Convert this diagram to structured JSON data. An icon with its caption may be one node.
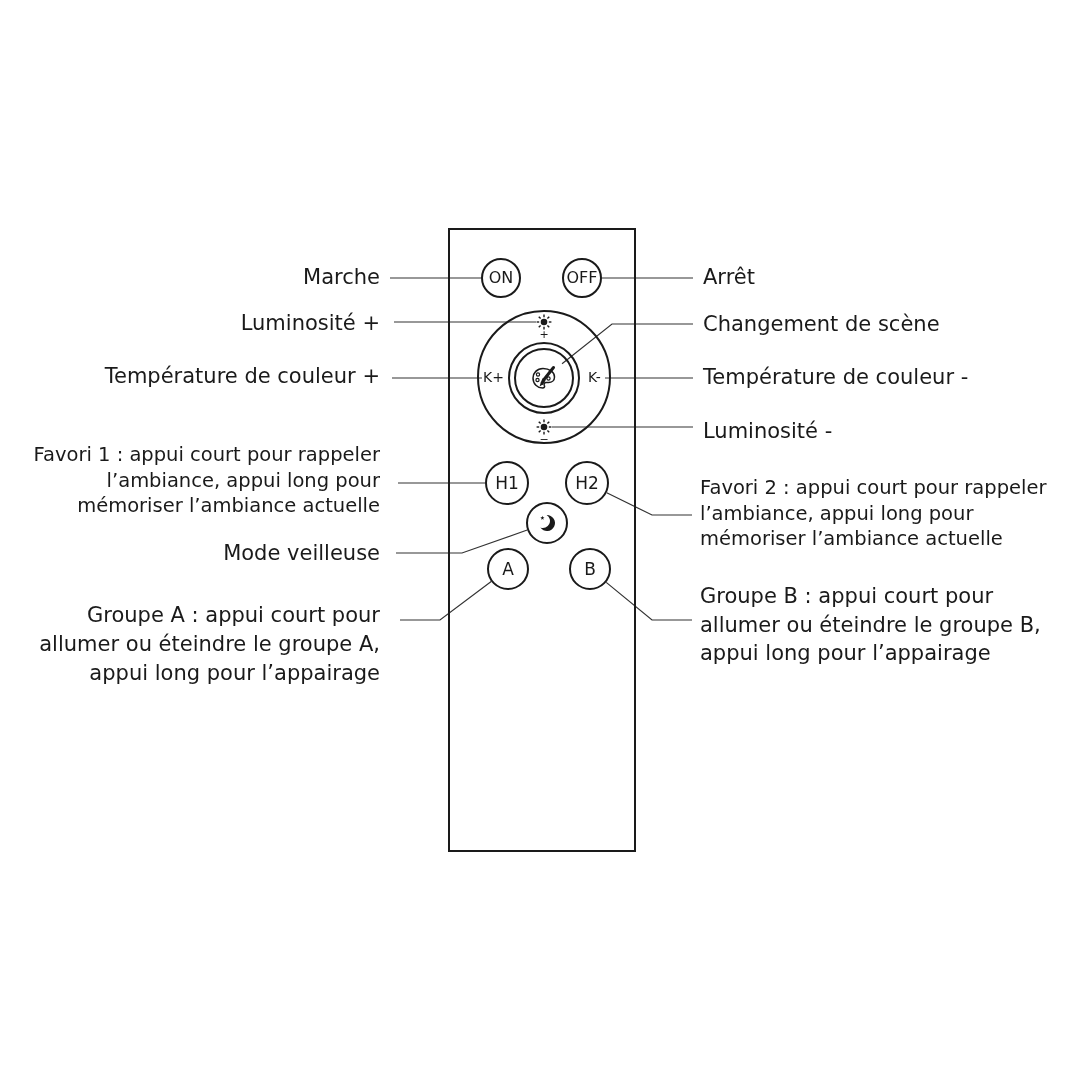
{
  "diagram": {
    "nodes": [
      {
        "text": [],
        "shape": "box"
      },
      {
        "text": [
          "ON"
        ],
        "in": 0
      },
      {
        "text": [
          "OFF"
        ],
        "in": 0
      },
      {
        "text": [],
        "shape": "circle",
        "in": 0
      },
      {
        "text": [
          "+"
        ],
        "in": 3
      },
      {
        "text": [
          "K+"
        ],
        "in": 3
      },
      {
        "text": [],
        "shape": "circle",
        "in": 3
      },
      {
        "text": [
          "K-"
        ],
        "in": 3
      },
      {
        "text": [
          "−"
        ],
        "in": 3
      },
      {
        "text": [
          "H1"
        ],
        "in": 0
      },
      {
        "text": [
          "H2"
        ],
        "in": 0
      },
      {
        "text": [],
        "shape": "circle",
        "in": 0
      },
      {
        "text": [
          "A"
        ],
        "in": 0
      },
      {
        "text": [
          "B"
        ],
        "in": 0
      },
      {
        "text": [
          "Marche"
        ]
      },
      {
        "text": [
          "Arrêt"
        ]
      },
      {
        "text": [
          "Luminosité +"
        ]
      },
      {
        "text": [
          "Changement de scène"
        ]
      },
      {
        "text": [
          "Température de couleur +"
        ]
      },
      {
        "text": [
          "Température de couleur -"
        ]
      },
      {
        "text": [
          "Luminosité -"
        ]
      },
      {
        "text": [
          "Favori 1 : appui court pour rappeler l’ambiance, appui long pour mémoriser l’ambiance actuelle"
        ]
      },
      {
        "text": [
          "Favori 2 : appui court pour rappeler l’ambiance, appui long pour mémoriser l’ambiance actuelle"
        ]
      },
      {
        "text": [
          "Mode veilleuse"
        ]
      },
      {
        "text": [
          "Groupe A : appui court pour allumer ou éteindre le groupe A, appui long pour l’appairage"
        ]
      },
      {
        "text": [
          "Groupe B : appui court pour allumer ou éteindre le groupe B, appui long pour l’appairage"
        ]
      }
    ],
    "edges": [
      {
        "from": 14,
        "to": 1,
        "arrow": "none"
      },
      {
        "from": 15,
        "to": 2,
        "arrow": "none"
      },
      {
        "from": 16,
        "to": 4,
        "arrow": "none"
      },
      {
        "from": 17,
        "to": 6,
        "arrow": "none"
      },
      {
        "from": 18,
        "to": 5,
        "arrow": "none"
      },
      {
        "from": 19,
        "to": 7,
        "arrow": "none"
      },
      {
        "from": 20,
        "to": 8,
        "arrow": "none"
      },
      {
        "from": 21,
        "to": 9,
        "arrow": "none"
      },
      {
        "from": 22,
        "to": 10,
        "arrow": "none"
      },
      {
        "from": 23,
        "to": 11,
        "arrow": "none"
      },
      {
        "from": 24,
        "to": 12,
        "arrow": "none"
      },
      {
        "from": 25,
        "to": 13,
        "arrow": "none"
      }
    ]
  }
}
